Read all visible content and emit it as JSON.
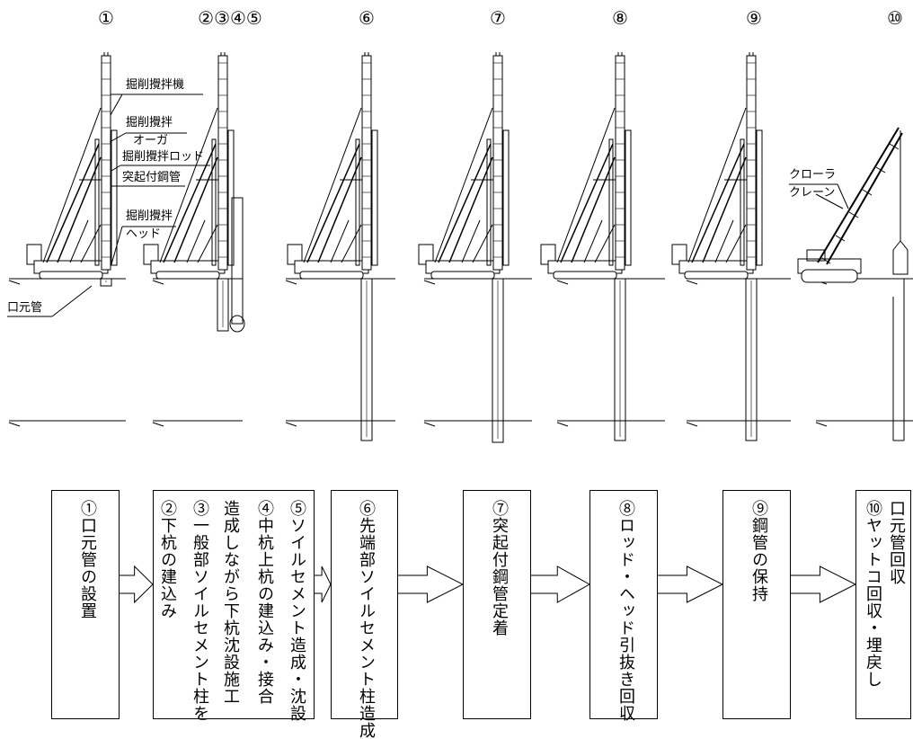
{
  "stages": [
    {
      "num": "①"
    },
    {
      "num": "②③④⑤"
    },
    {
      "num": "⑥"
    },
    {
      "num": "⑦"
    },
    {
      "num": "⑧"
    },
    {
      "num": "⑨"
    },
    {
      "num": "⑩"
    }
  ],
  "callouts": {
    "machine": "掘削攪拌機",
    "auger_l1": "掘削攪拌",
    "auger_l2": "オーガ",
    "rod": "掘削攪拌ロッド",
    "pipe": "突起付鋼管",
    "head_l1": "掘削攪拌",
    "head_l2": "ヘッド",
    "casing": "口元管",
    "crane_l1": "クローラ",
    "crane_l2": "クレーン"
  },
  "steps": [
    {
      "cols": [
        "①口元管の設置"
      ]
    },
    {
      "cols": [
        "②下杭の建込み",
        "③一般部ソイルセメント柱を",
        "造成しながら下杭沈設施工",
        "④中杭上杭の建込み・接合",
        "⑤ソイルセメント造成・沈設"
      ]
    },
    {
      "cols": [
        "⑥先端部ソイルセメント柱造成"
      ]
    },
    {
      "cols": [
        "⑦突起付鋼管定着"
      ]
    },
    {
      "cols": [
        "⑧ロッド・ヘッド引抜き回収"
      ]
    },
    {
      "cols": [
        "⑨鋼管の保持"
      ]
    },
    {
      "cols": [
        "⑩ヤットコ回収・埋戻し",
        "口元管回収"
      ]
    }
  ]
}
